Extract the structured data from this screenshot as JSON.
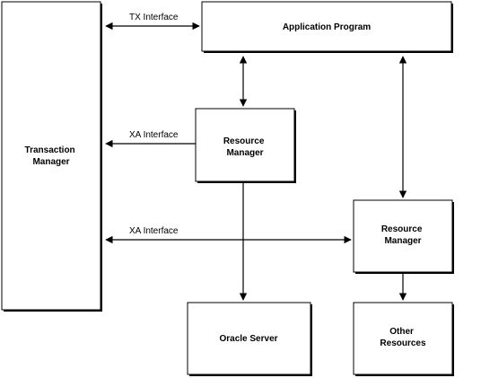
{
  "boxes": {
    "transaction_manager": [
      "Transaction",
      "Manager"
    ],
    "application_program": [
      "Application Program"
    ],
    "resource_manager_1": [
      "Resource",
      "Manager"
    ],
    "resource_manager_2": [
      "Resource",
      "Manager"
    ],
    "oracle_server": [
      "Oracle Server"
    ],
    "other_resources": [
      "Other",
      "Resources"
    ]
  },
  "interfaces": {
    "tx": "TX Interface",
    "xa_top": "XA Interface",
    "xa_bottom": "XA Interface"
  }
}
